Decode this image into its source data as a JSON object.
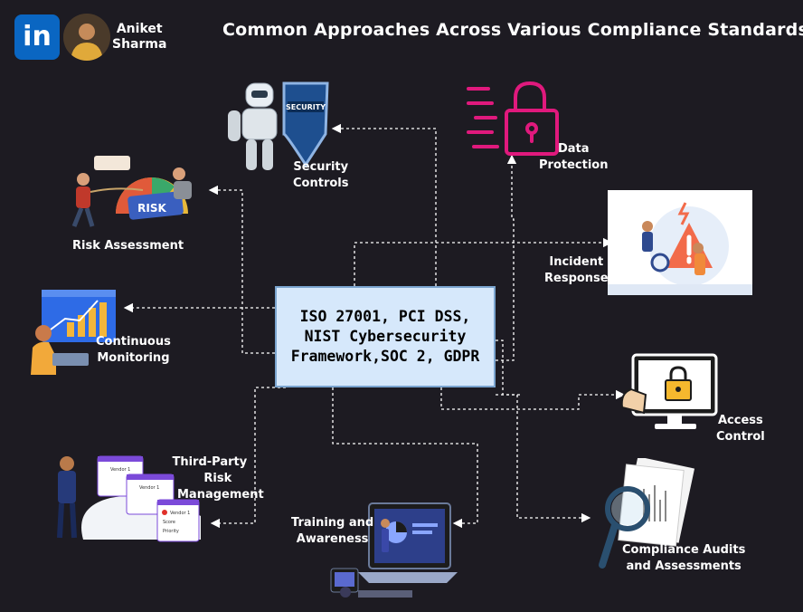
{
  "title": "Common Approaches Across Various Compliance Standards",
  "author": {
    "first": "Aniket",
    "last": "Sharma",
    "logo_text": "in"
  },
  "center": "ISO 27001, PCI DSS,\nNIST Cybersecurity\nFramework,SOC 2, GDPR",
  "nodes": {
    "security_controls": [
      "Security",
      "Controls"
    ],
    "data_protection": [
      "Data",
      "Protection"
    ],
    "risk_assessment": [
      "Risk Assessment"
    ],
    "incident_response": [
      "Incident",
      "Response"
    ],
    "continuous_monitoring": [
      "Continuous",
      "Monitoring"
    ],
    "access_control": [
      "Access",
      "Control"
    ],
    "third_party": [
      "Third-Party",
      "Risk",
      "Management"
    ],
    "training": [
      "Training and",
      "Awareness"
    ],
    "audits": [
      "Compliance Audits",
      "and Assessments"
    ]
  },
  "illustration_text": {
    "security_badge": "SECURITY",
    "risk_sign": "RISK",
    "vendor_1": "Vendor 1",
    "score": "Score",
    "priority": "Priority"
  },
  "colors": {
    "background": "#1d1b22",
    "center_fill": "#d6e8fb",
    "lock_pink": "#e0197d",
    "linkedin": "#0a66c2"
  }
}
